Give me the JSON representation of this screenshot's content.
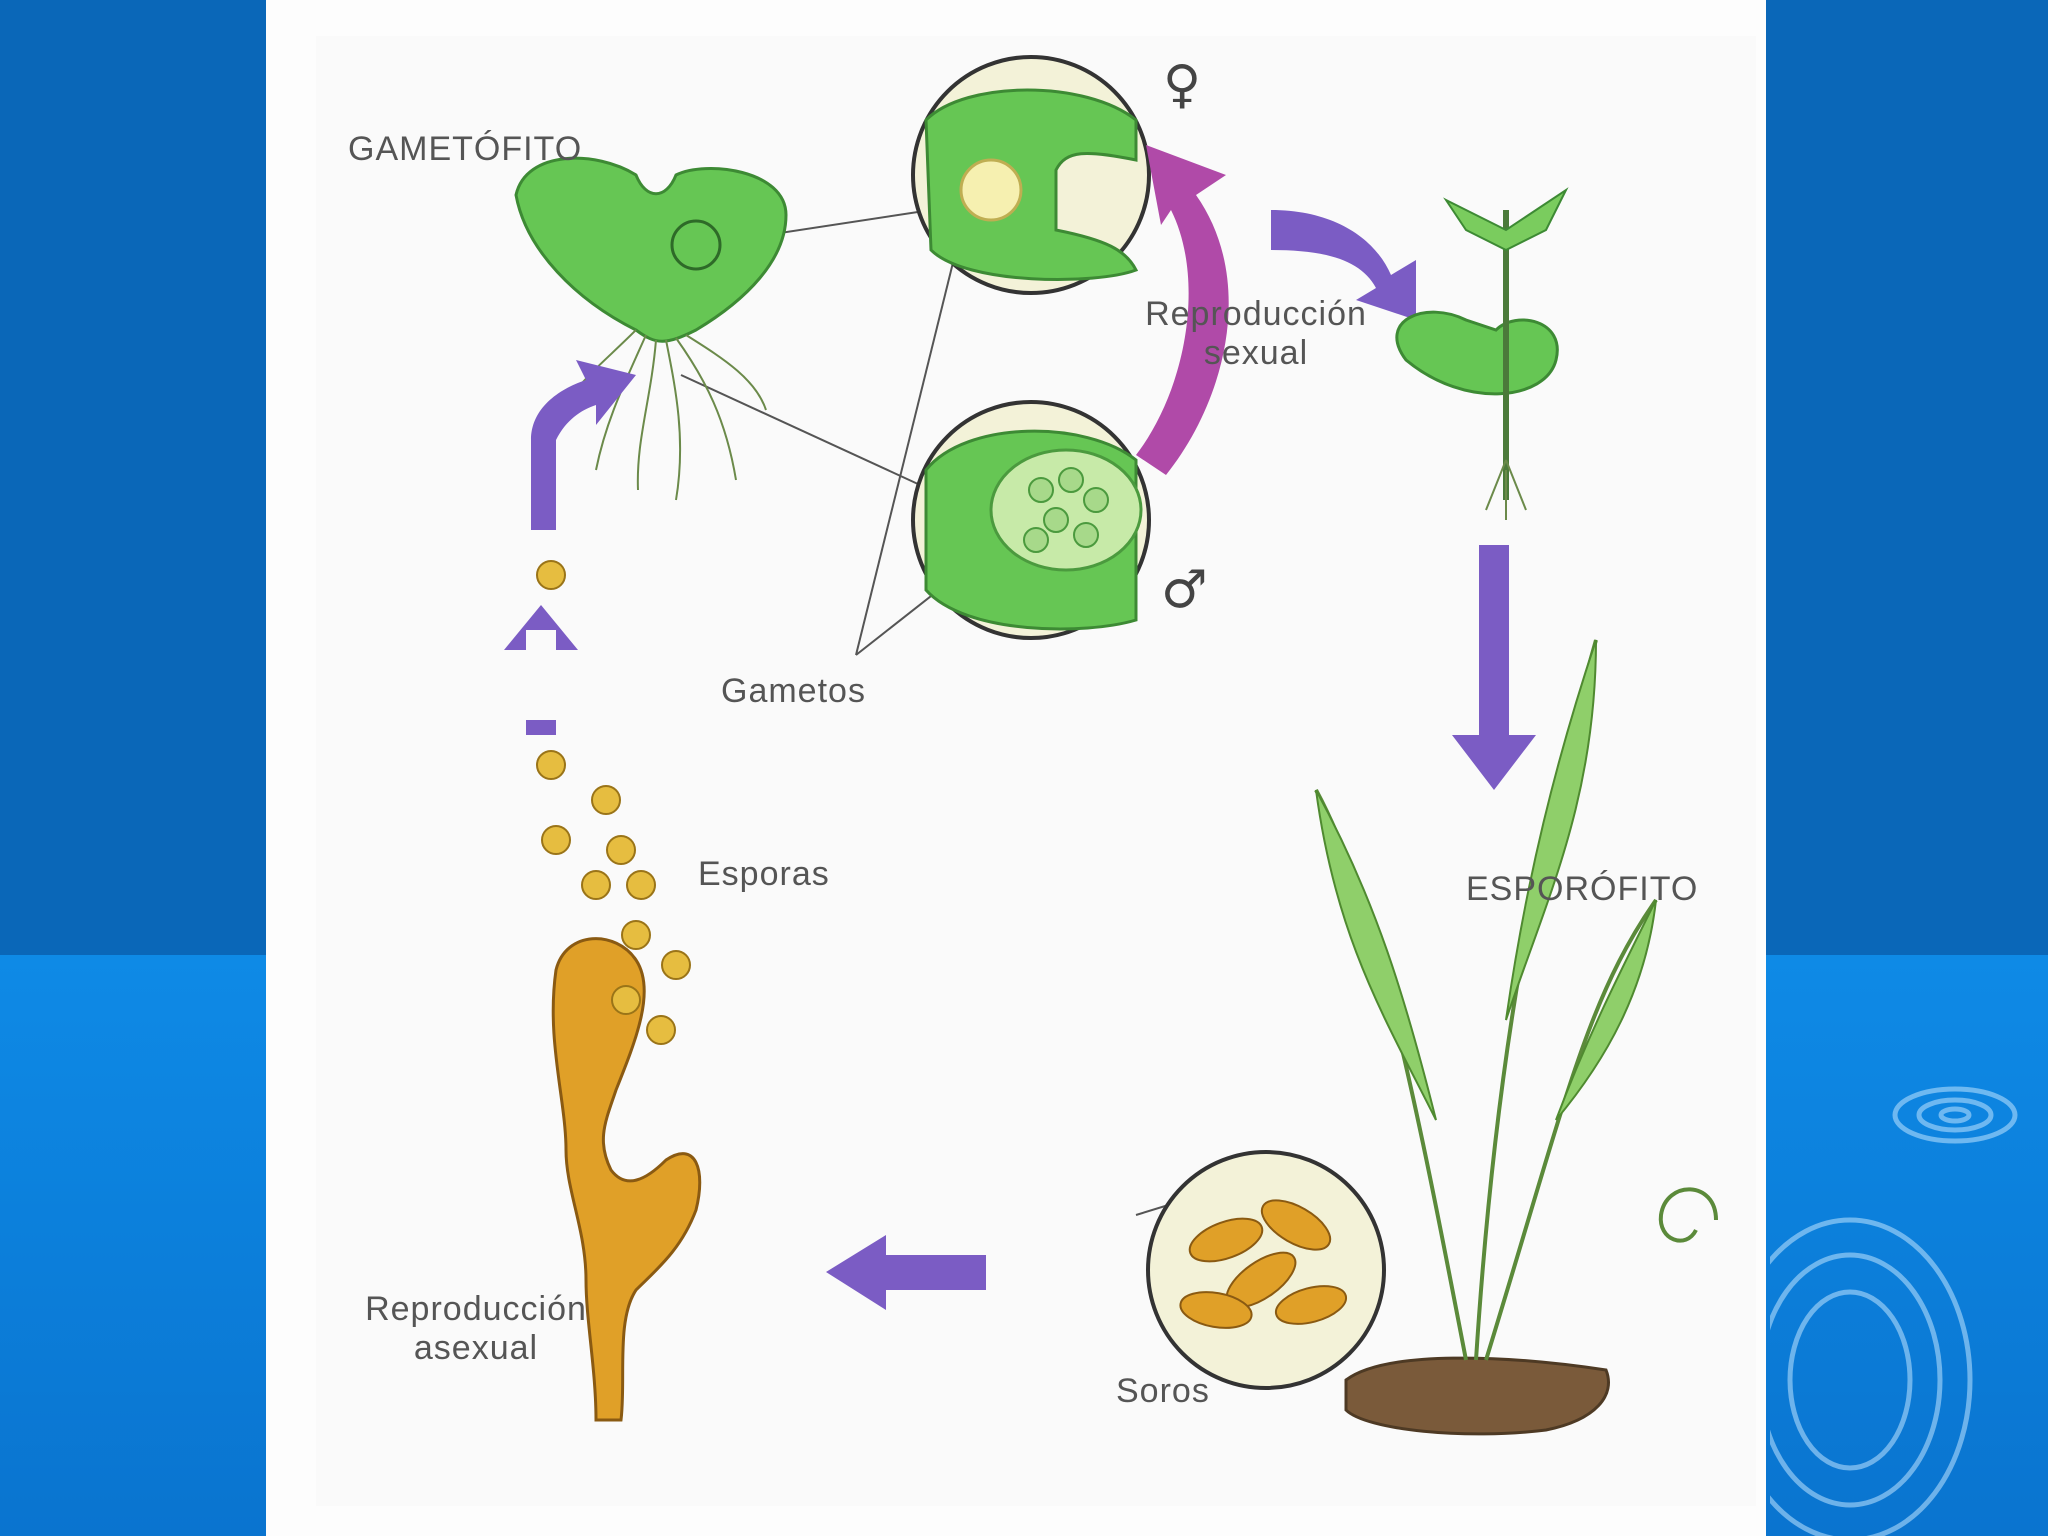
{
  "labels": {
    "gametofito": "GAMETÓFITO",
    "esporofito": "ESPORÓFITO",
    "reproduccion_sexual_1": "Reproducción",
    "reproduccion_sexual_2": "sexual",
    "reproduccion_asexual_1": "Reproducción",
    "reproduccion_asexual_2": "asexual",
    "gametos": "Gametos",
    "esporas": "Esporas",
    "soros": "Soros",
    "female_symbol": "♀",
    "male_symbol": "♂"
  },
  "colors": {
    "background_top": "#0a67b8",
    "background_bottom": "#0e8ae6",
    "arrow_purple": "#7b5cc4",
    "arrow_magenta": "#b04aa8",
    "plant_green": "#5fc04a",
    "spore_orange": "#e0a028"
  }
}
